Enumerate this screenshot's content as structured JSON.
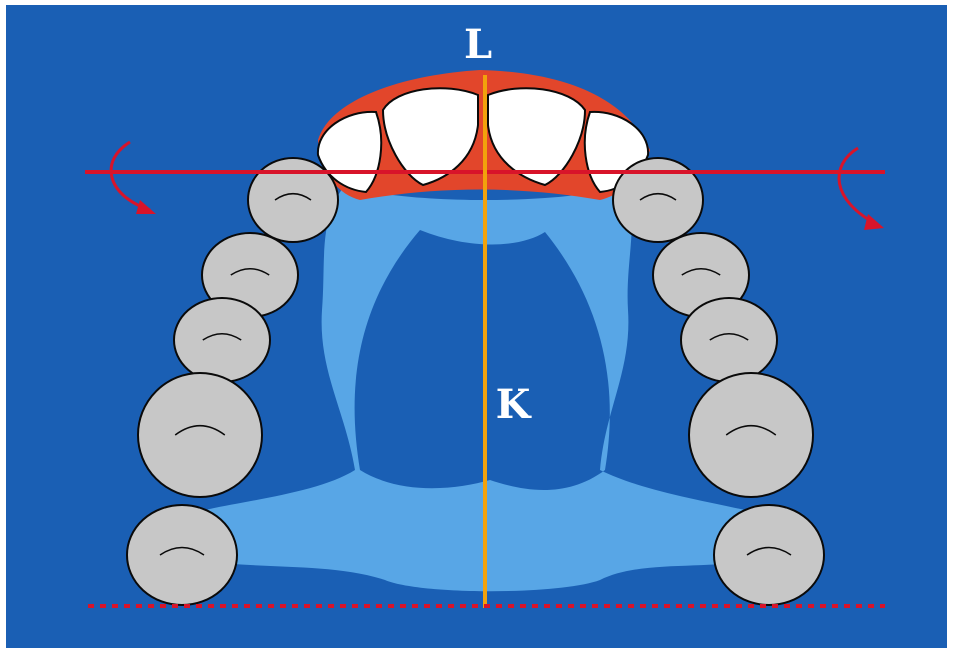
{
  "diagram": {
    "labels": {
      "top": "L",
      "center": "K"
    },
    "colors": {
      "frame": "#ffffff",
      "background": "#1a5fb4",
      "plate": "#58a6e6",
      "acrylic": "#e2462b",
      "molar": "#c7c7c7",
      "incisor": "#ffffff",
      "outline": "#0a0a0a",
      "midline": "#f2a20c",
      "axis_line": "#d8142a",
      "dotted_line": "#d8142a",
      "label": "#ffffff"
    },
    "icons": {
      "left_arrow": "curved-arrow-down-right",
      "right_arrow": "curved-arrow-down-left"
    }
  }
}
